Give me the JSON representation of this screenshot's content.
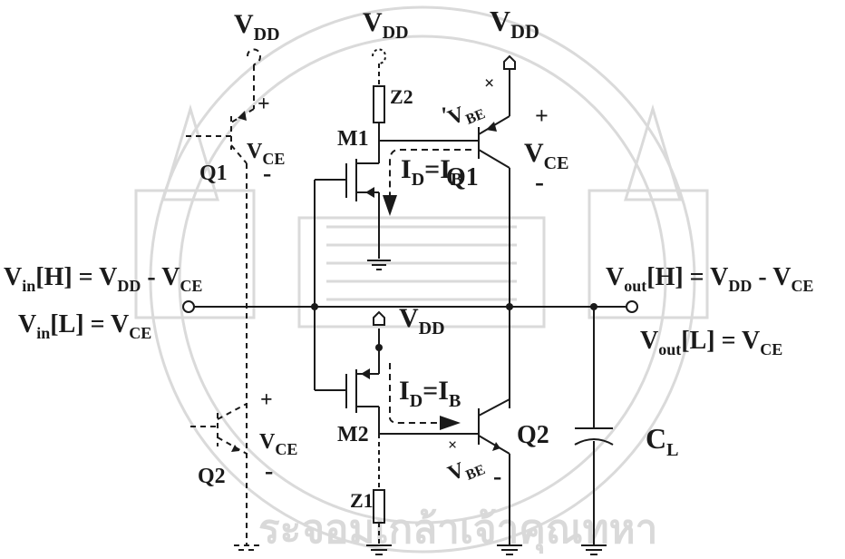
{
  "watermark": {
    "bottom_text": "ระจอมเกล้าเจ้าคุณทหา",
    "color": "#d6d6d6"
  },
  "colors": {
    "ink": "#1a1a1a",
    "dashed": "#333333",
    "watermark": "#d9d9d9"
  },
  "supplies": {
    "vdd_q1_ref": {
      "main": "V",
      "sub": "DD"
    },
    "vdd_m1": {
      "main": "V",
      "sub": "DD"
    },
    "vdd_q1": {
      "main": "V",
      "sub": "DD"
    },
    "vdd_m2": {
      "main": "V",
      "sub": "DD"
    }
  },
  "components": {
    "z2": "Z2",
    "z1": "Z1",
    "m1": "M1",
    "m2": "M2",
    "q1": "Q1",
    "q2": "Q2",
    "q1_ref": "Q1",
    "q2_ref": "Q2",
    "cl": {
      "main": "C",
      "sub": "L"
    }
  },
  "currents": {
    "top": {
      "id_main": "I",
      "id_sub": "D",
      "eq": "=",
      "ib_main": "I",
      "ib_sub": "B"
    },
    "bottom": {
      "id_main": "I",
      "id_sub": "D",
      "eq": "=",
      "ib_main": "I",
      "ib_sub": "B"
    }
  },
  "voltages": {
    "vbe_top": {
      "main": "V",
      "sub": "BE"
    },
    "vbe_bottom": {
      "main": "V",
      "sub": "BE"
    },
    "vce_q1": {
      "main": "V",
      "sub": "CE"
    },
    "vce_q1_ref": {
      "main": "V",
      "sub": "CE"
    },
    "vce_q2_ref": {
      "main": "V",
      "sub": "CE"
    },
    "plus": "+",
    "minus": "-",
    "cross": "×",
    "tick": "'"
  },
  "equations": {
    "vin_h": {
      "v": "V",
      "vsub": "in",
      "lvl": "[H] = ",
      "a": "V",
      "asub": "DD",
      "op": " - ",
      "b": "V",
      "bsub": "CE"
    },
    "vin_l": {
      "v": "V",
      "vsub": "in",
      "lvl": "[L] = ",
      "a": "V",
      "asub": "CE"
    },
    "vout_h": {
      "v": "V",
      "vsub": "out",
      "lvl": "[H] = ",
      "a": "V",
      "asub": "DD",
      "op": " - ",
      "b": "V",
      "bsub": "CE"
    },
    "vout_l": {
      "v": "V",
      "vsub": "out",
      "lvl": "[L] =  ",
      "a": "V",
      "asub": "CE"
    }
  }
}
